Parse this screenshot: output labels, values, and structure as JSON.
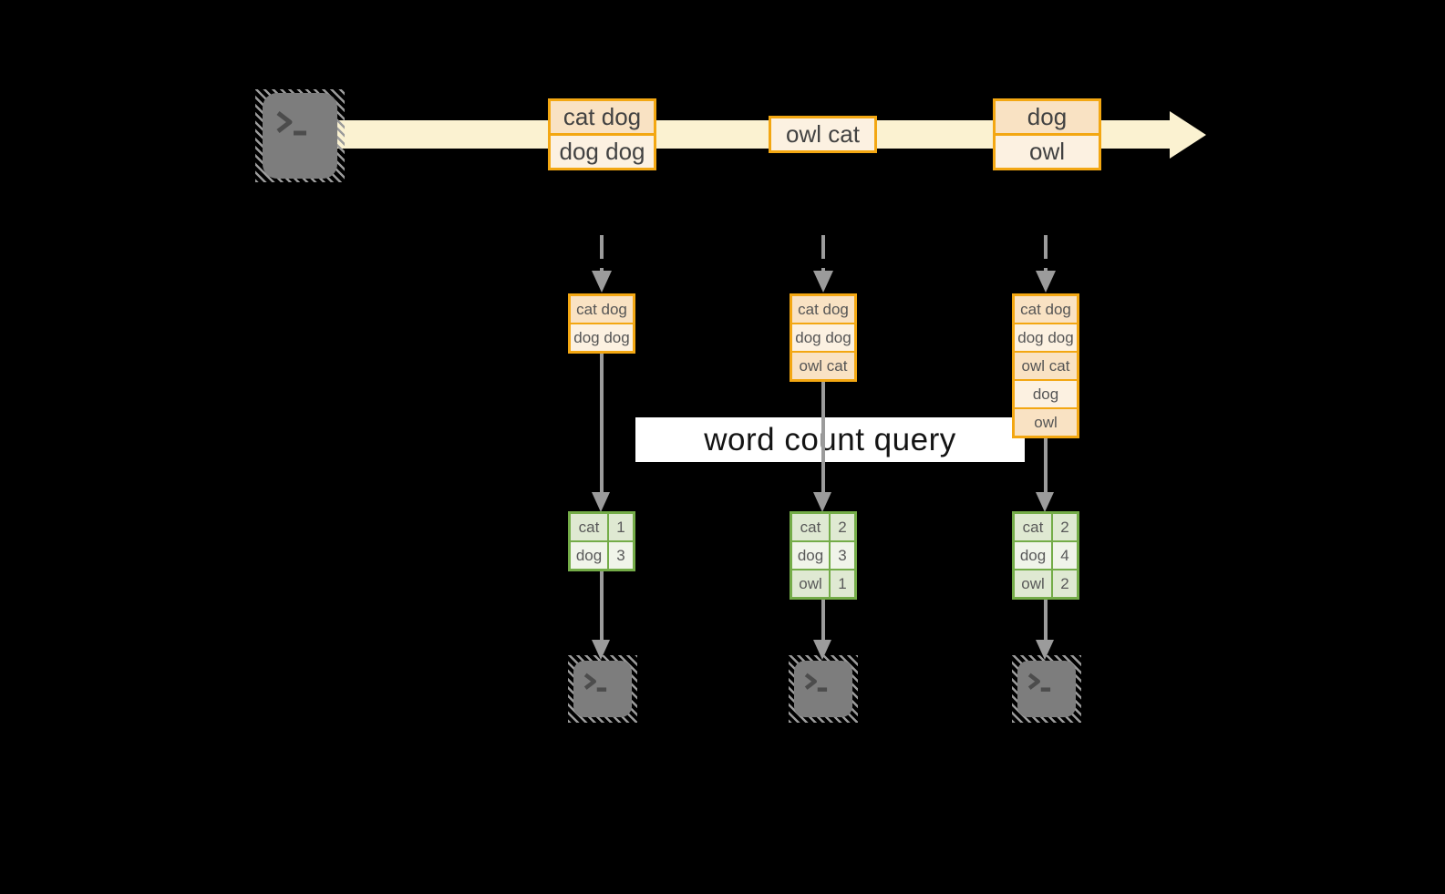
{
  "query_label": "word count query",
  "stream": {
    "source_icon": "terminal-icon",
    "batches": [
      {
        "rows": [
          "cat dog",
          "dog dog"
        ]
      },
      {
        "rows": [
          "owl cat"
        ]
      },
      {
        "rows": [
          "dog",
          "owl"
        ]
      }
    ]
  },
  "columns": [
    {
      "state_rows": [
        "cat dog",
        "dog dog"
      ],
      "counts": [
        {
          "word": "cat",
          "count": "1"
        },
        {
          "word": "dog",
          "count": "3"
        }
      ],
      "sink_icon": "terminal-icon"
    },
    {
      "state_rows": [
        "cat dog",
        "dog dog",
        "owl cat"
      ],
      "counts": [
        {
          "word": "cat",
          "count": "2"
        },
        {
          "word": "dog",
          "count": "3"
        },
        {
          "word": "owl",
          "count": "1"
        }
      ],
      "sink_icon": "terminal-icon"
    },
    {
      "state_rows": [
        "cat dog",
        "dog dog",
        "owl cat",
        "dog",
        "owl"
      ],
      "counts": [
        {
          "word": "cat",
          "count": "2"
        },
        {
          "word": "dog",
          "count": "4"
        },
        {
          "word": "owl",
          "count": "2"
        }
      ],
      "sink_icon": "terminal-icon"
    }
  ],
  "colors": {
    "orange": "#F3A712",
    "peach-dark": "#F9E2C3",
    "peach-light": "#FCF1E1",
    "cream": "#FBF2D1",
    "green": "#74AC48",
    "green-dark": "#DFE9D2",
    "green-light": "#F0F4E9",
    "gray": "#9B9B9B",
    "icon-gray": "#7D7D7D",
    "label-bg": "#FFFFFF"
  }
}
